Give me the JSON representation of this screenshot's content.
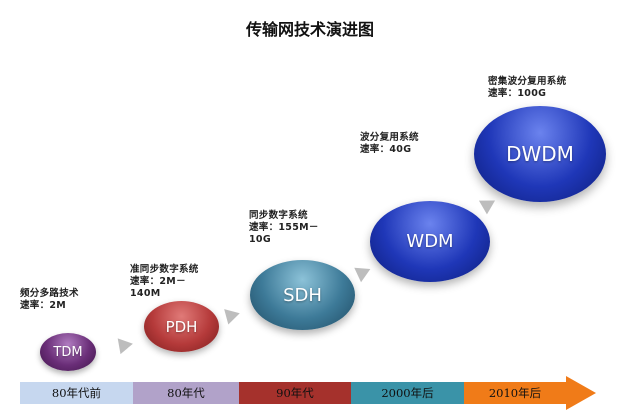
{
  "title": "传输网技术演进图",
  "stages": [
    {
      "label": "TDM",
      "caption": [
        "频分多路技术",
        "速率：2M"
      ]
    },
    {
      "label": "PDH",
      "caption": [
        "准同步数字系统",
        "速率：2M－",
        "140M"
      ]
    },
    {
      "label": "SDH",
      "caption": [
        "同步数字系统",
        "速率：155M－",
        "10G"
      ]
    },
    {
      "label": "WDM",
      "caption": [
        "波分复用系统",
        "速率：40G"
      ]
    },
    {
      "label": "DWDM",
      "caption": [
        "密集波分复用系统",
        "速率：100G"
      ]
    }
  ],
  "timeline": [
    {
      "label": "80年代前",
      "color": "#c6d7ef"
    },
    {
      "label": "80年代",
      "color": "#b1a2c9"
    },
    {
      "label": "90年代",
      "color": "#a5312c"
    },
    {
      "label": "2000年后",
      "color": "#3a93a8"
    },
    {
      "label": "2010年后",
      "color": "#f07b18"
    }
  ],
  "colors": {
    "tdm": "#6a2e78",
    "pdh": "#b53a3a",
    "sdh": "#3d7a98",
    "wdm": "#1f37b8",
    "dwdm": "#1f37b8",
    "arrow": "#bdbdbd"
  }
}
